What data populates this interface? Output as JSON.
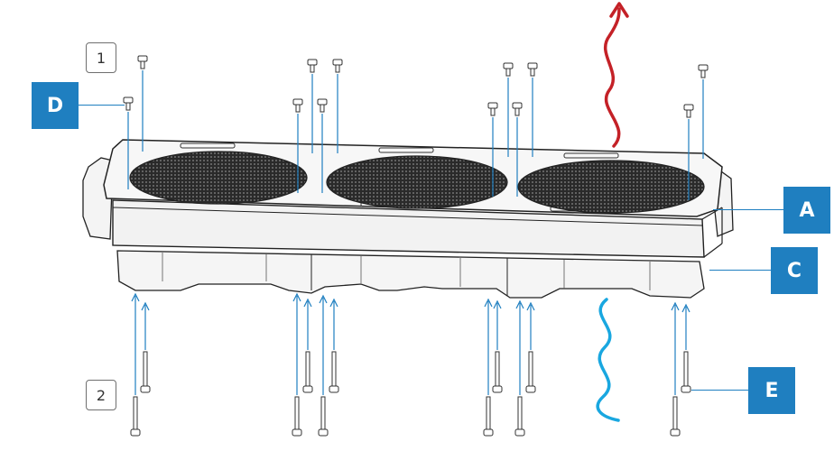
{
  "steps": {
    "step1": "1",
    "step2": "2"
  },
  "callouts": {
    "a": "A",
    "c": "C",
    "d": "D",
    "e": "E"
  },
  "colors": {
    "callout": "#1f7fc0",
    "arrow_guide": "#1f7fc0",
    "airflow_out": "#c42127",
    "airflow_in": "#19a7e0"
  },
  "icons": {
    "airflow_out": "wavy-arrow-up-red-icon",
    "airflow_in": "wavy-line-blue-icon",
    "screw": "screw-icon"
  }
}
